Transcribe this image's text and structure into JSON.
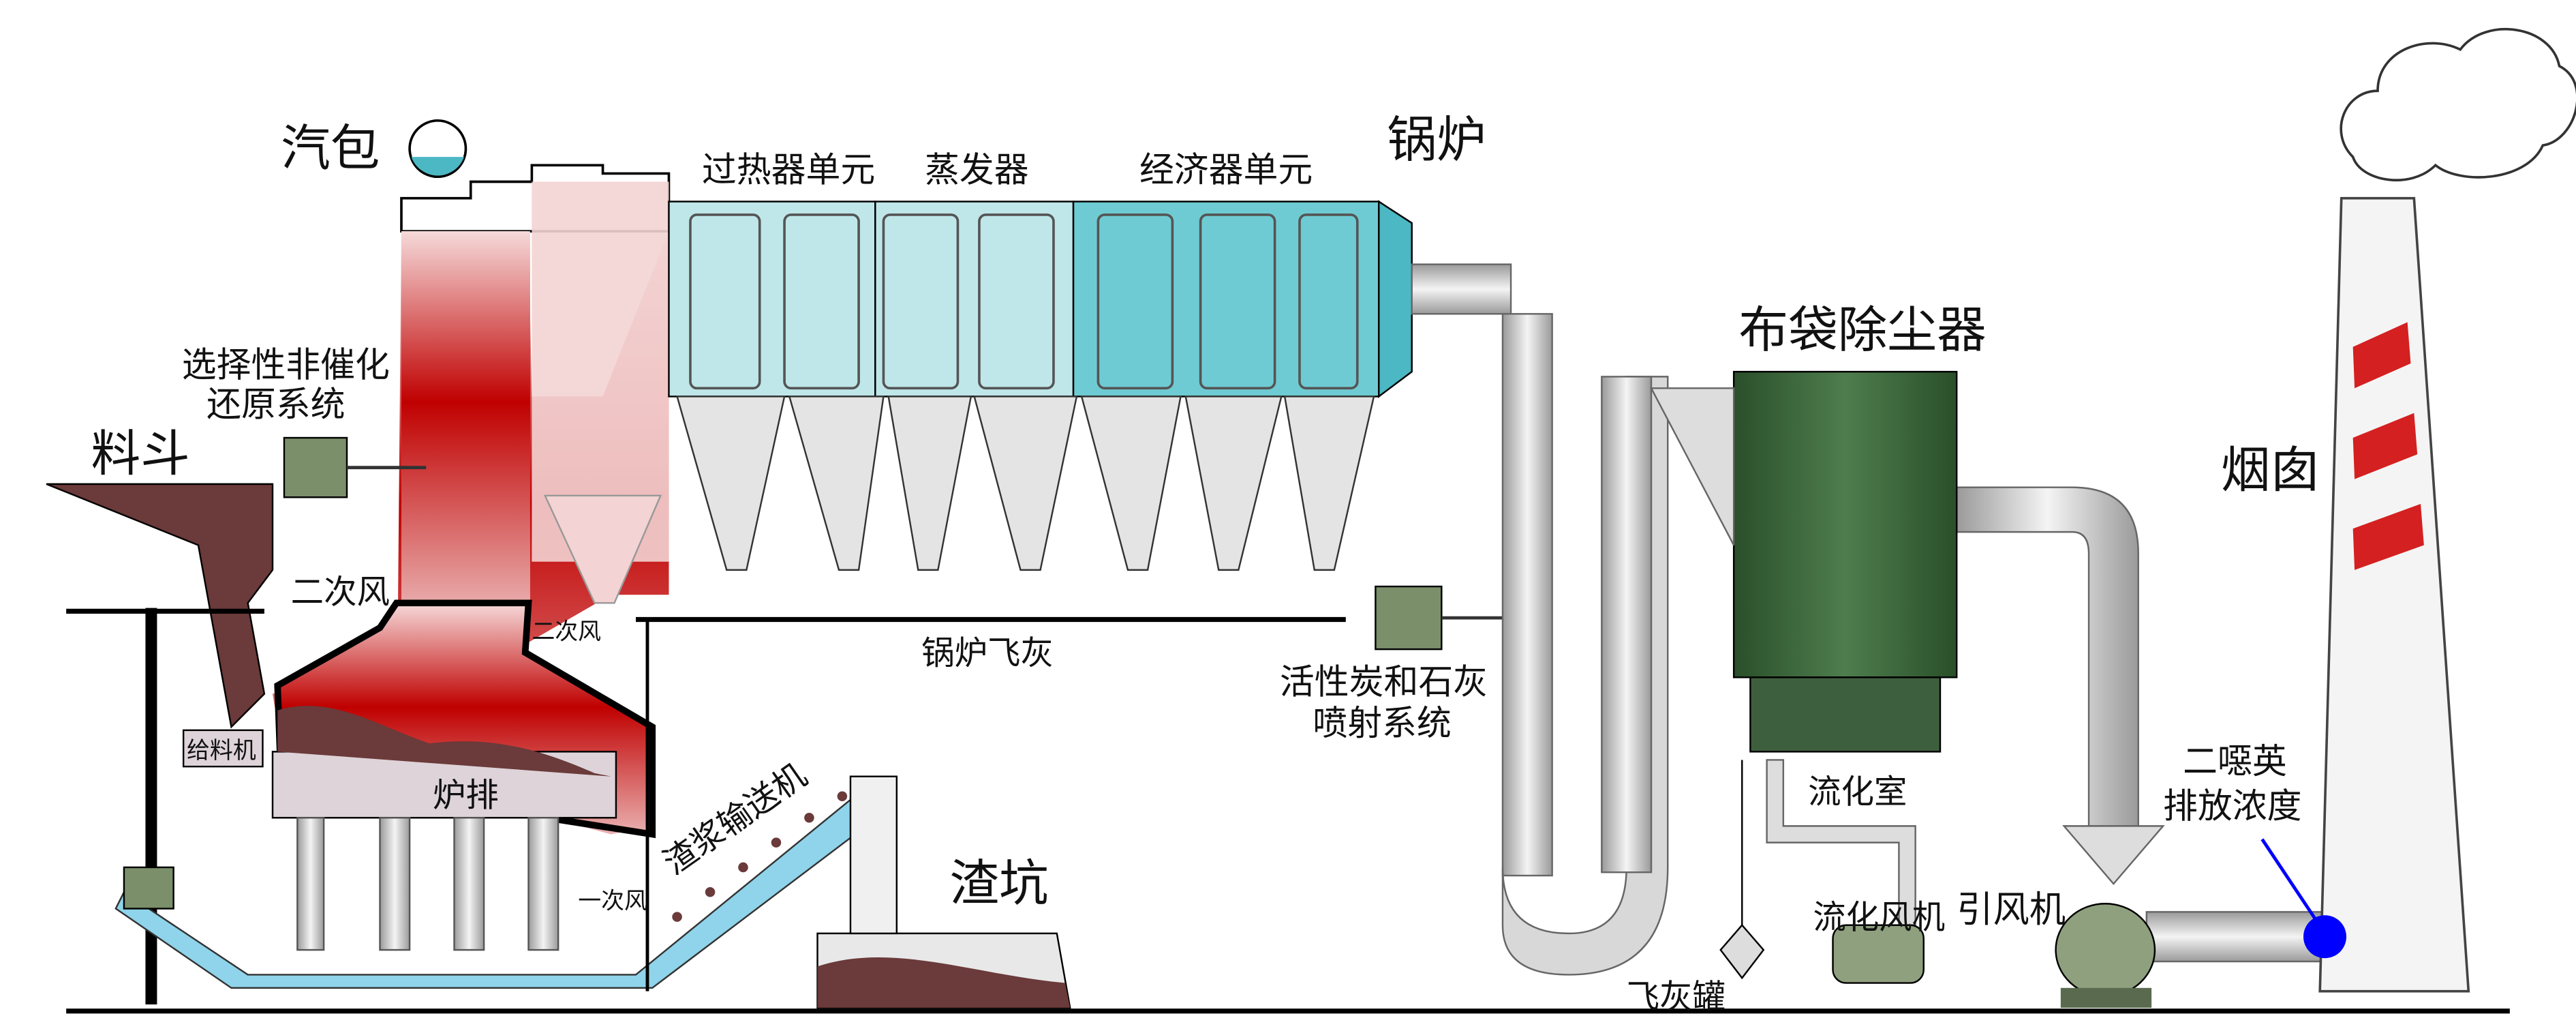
{
  "title": "垃圾焚烧发电流程示意图",
  "labels": {
    "steam_drum": "汽包",
    "superheater": "过热器单元",
    "evaporator": "蒸发器",
    "economizer": "经济器单元",
    "boiler": "锅炉",
    "sncr_line1": "选择性非催化",
    "sncr_line2": "还原系统",
    "hopper": "料斗",
    "secondary_air": "二次风",
    "secondary_air_small": "二次风",
    "feeder": "给料机",
    "grate": "炉排",
    "primary_air": "一次风",
    "slag_conveyor": "渣浆输送机",
    "slag_pit": "渣坑",
    "boiler_fly_ash": "锅炉飞灰",
    "carbon_line1": "活性炭和石灰",
    "carbon_line2": "喷射系统",
    "baghouse": "布袋除尘器",
    "fluidization_chamber": "流化室",
    "fluidization_fan": "流化风机",
    "fly_ash_tank": "飞灰罐",
    "induced_fan": "引风机",
    "dioxin_line1": "二噁英",
    "dioxin_line2": "排放浓度",
    "chimney": "烟囱"
  },
  "colors": {
    "flame": "#c00000",
    "waste": "#6b3a3a",
    "exchanger": "#4bb8c4",
    "baghouse": "#2f5a2f",
    "duct": "#c8c8c8",
    "sensor": "#0000ff",
    "stripe": "#d42020"
  }
}
